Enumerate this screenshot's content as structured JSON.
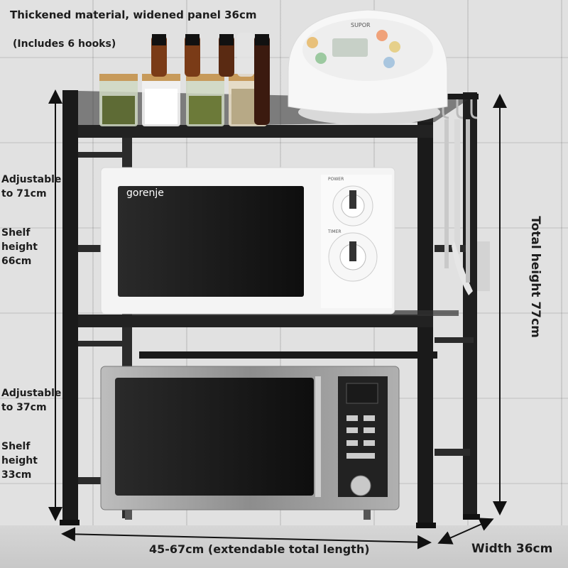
{
  "labels": {
    "top": "Thickened material, widened panel 36cm",
    "top_sub": "(Includes 6 hooks)",
    "adjustable_upper_l1": "Adjustable",
    "adjustable_upper_l2": "to 71cm",
    "shelf_upper_l1": "Shelf",
    "shelf_upper_l2": "height",
    "shelf_upper_l3": "66cm",
    "adjustable_lower_l1": "Adjustable",
    "adjustable_lower_l2": "to 37cm",
    "shelf_lower_l1": "Shelf",
    "shelf_lower_l2": "height",
    "shelf_lower_l3": "33cm",
    "bottom": "45-67cm (extendable total length)",
    "width": "Width 36cm",
    "total_height": "Total height 77cm"
  },
  "brands": {
    "microwave_white": "gorenje",
    "rice_cooker": "SUPOR"
  },
  "microwave_white": {
    "power_label": "POWER",
    "timer_label": "TIMER"
  },
  "colors": {
    "rack_frame": "#1a1a1a",
    "shelf": "#222222",
    "microwave_white": "#f4f4f4",
    "microwave_steel": "#9a9a9a",
    "text": "#1d1d1d"
  },
  "icons": [
    "hook-icon",
    "spice-jar-icon",
    "bottle-icon",
    "dial-icon",
    "dimension-arrow-icon"
  ]
}
